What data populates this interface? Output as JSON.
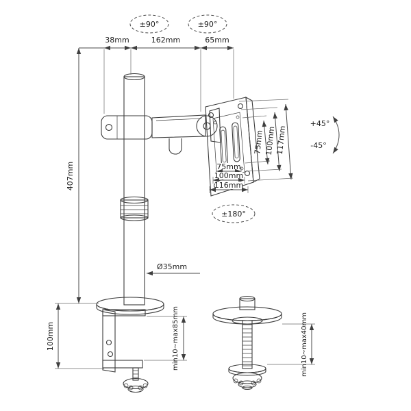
{
  "diagram": {
    "rotations": {
      "pole_swivel": "±90°",
      "arm_swivel": "±90°",
      "vesa_rotate": "±180°",
      "tilt_up": "+45°",
      "tilt_down": "-45°"
    },
    "dimensions": {
      "offset_left": "38mm",
      "arm_length": "162mm",
      "head_offset": "65mm",
      "pole_height": "407mm",
      "clamp_height": "100mm",
      "vesa_v_75": "75mm",
      "vesa_v_100": "100mm",
      "plate_height": "117mm",
      "vesa_h_75": "75mm",
      "vesa_h_100": "100mm",
      "plate_width": "116mm",
      "pole_diameter": "Ø35mm",
      "clamp_range": "min10~max85mm",
      "grommet_range": "min10~max40mm"
    },
    "colors": {
      "line": "#3b3b3b",
      "metal_light": "#e5e5e5",
      "metal_dark": "#9e9e9e"
    }
  }
}
